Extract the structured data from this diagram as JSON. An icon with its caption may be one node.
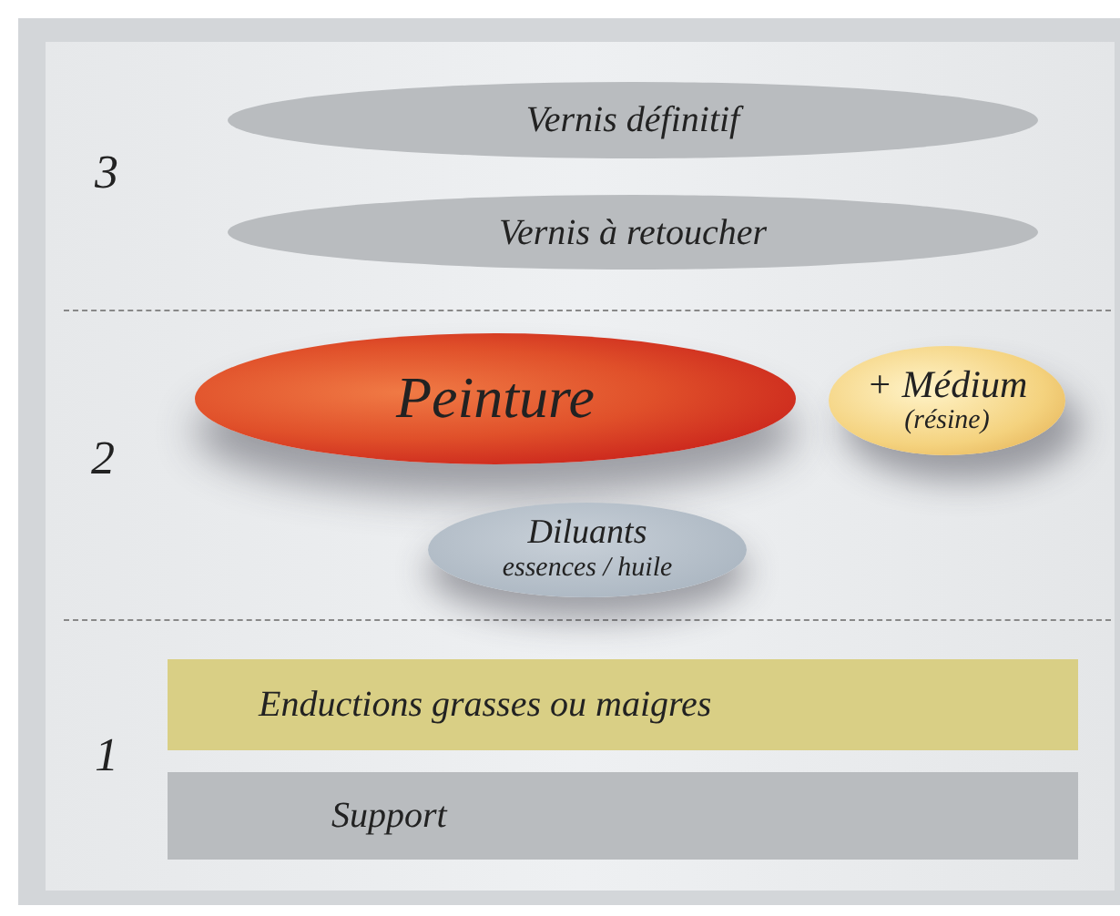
{
  "diagram": {
    "nodes": [
      {
        "text": [
          "Vernis définitif"
        ]
      },
      {
        "text": [
          "Vernis à retoucher"
        ]
      },
      {
        "text": [
          "Peinture"
        ]
      },
      {
        "text": [
          "+ Médium",
          "(résine)"
        ]
      },
      {
        "text": [
          "Diluants",
          "essences / huile"
        ]
      },
      {
        "text": [
          "Enductions grasses ou maigres"
        ]
      },
      {
        "text": [
          "Support"
        ]
      }
    ],
    "labels": [
      "3",
      "2",
      "1"
    ]
  }
}
